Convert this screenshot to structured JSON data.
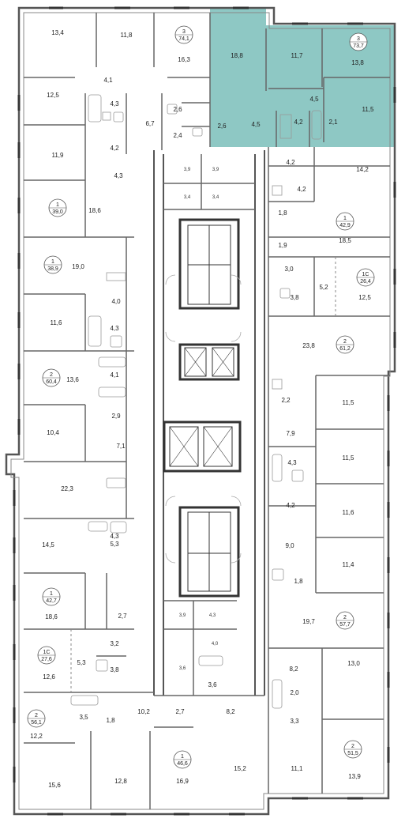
{
  "colors": {
    "highlight": "#8ec8c4",
    "wall": "#555555",
    "thin": "#9a9a9a"
  },
  "rooms": [
    {
      "id": "r01",
      "label": "13,4"
    },
    {
      "id": "r02",
      "label": "11,8"
    },
    {
      "id": "r03",
      "label": "16,3"
    },
    {
      "id": "r04",
      "label": "18,8"
    },
    {
      "id": "r05",
      "label": "11,7"
    },
    {
      "id": "r06",
      "label": "13,8"
    },
    {
      "id": "r07",
      "label": "4,1"
    },
    {
      "id": "r08",
      "label": "12,5"
    },
    {
      "id": "r09",
      "label": "4,3"
    },
    {
      "id": "r10",
      "label": "2,6"
    },
    {
      "id": "r11",
      "label": "6,7"
    },
    {
      "id": "r12",
      "label": "4,5"
    },
    {
      "id": "r13",
      "label": "11,5"
    },
    {
      "id": "r14",
      "label": "2,6"
    },
    {
      "id": "r15",
      "label": "4,5"
    },
    {
      "id": "r16",
      "label": "4,2"
    },
    {
      "id": "r17",
      "label": "2,1"
    },
    {
      "id": "r18",
      "label": "4,2"
    },
    {
      "id": "r19",
      "label": "2,4"
    },
    {
      "id": "r20",
      "label": "11,9"
    },
    {
      "id": "r21",
      "label": "4,3"
    },
    {
      "id": "r22",
      "label": "4,2"
    },
    {
      "id": "r23",
      "label": "14,2"
    },
    {
      "id": "r24",
      "label": "4,2"
    },
    {
      "id": "r25",
      "label": "18,6"
    },
    {
      "id": "r26",
      "label": "1,8"
    },
    {
      "id": "r27",
      "label": "18,5"
    },
    {
      "id": "r28",
      "label": "1,9"
    },
    {
      "id": "r29",
      "label": "19,0"
    },
    {
      "id": "r30",
      "label": "3,0"
    },
    {
      "id": "r31",
      "label": "5,2"
    },
    {
      "id": "r32",
      "label": "12,5"
    },
    {
      "id": "r33",
      "label": "3,8"
    },
    {
      "id": "r34",
      "label": "4,0"
    },
    {
      "id": "r35",
      "label": "11,6"
    },
    {
      "id": "r36",
      "label": "4,3"
    },
    {
      "id": "r37",
      "label": "23,8"
    },
    {
      "id": "r38",
      "label": "4,1"
    },
    {
      "id": "r39",
      "label": "13,6"
    },
    {
      "id": "r40",
      "label": "2,2"
    },
    {
      "id": "r41",
      "label": "11,5"
    },
    {
      "id": "r42",
      "label": "2,9"
    },
    {
      "id": "r43",
      "label": "10,4"
    },
    {
      "id": "r44",
      "label": "7,9"
    },
    {
      "id": "r45",
      "label": "7,1"
    },
    {
      "id": "r46",
      "label": "11,5"
    },
    {
      "id": "r47",
      "label": "22,3"
    },
    {
      "id": "r48",
      "label": "4,3"
    },
    {
      "id": "r49",
      "label": "4,2"
    },
    {
      "id": "r50",
      "label": "11,6"
    },
    {
      "id": "r51",
      "label": "4,3"
    },
    {
      "id": "r52",
      "label": "14,5"
    },
    {
      "id": "r53",
      "label": "5,3"
    },
    {
      "id": "r54",
      "label": "9,0"
    },
    {
      "id": "r55",
      "label": "11,4"
    },
    {
      "id": "r56",
      "label": "1,8"
    },
    {
      "id": "r57",
      "label": "2,7"
    },
    {
      "id": "r58",
      "label": "18,6"
    },
    {
      "id": "r59",
      "label": "19,7"
    },
    {
      "id": "r60",
      "label": "3,2"
    },
    {
      "id": "r61",
      "label": "5,3"
    },
    {
      "id": "r62",
      "label": "3,8"
    },
    {
      "id": "r63",
      "label": "12,6"
    },
    {
      "id": "r64",
      "label": "8,2"
    },
    {
      "id": "r65",
      "label": "13,0"
    },
    {
      "id": "r66",
      "label": "3,6"
    },
    {
      "id": "r67",
      "label": "2,0"
    },
    {
      "id": "r68",
      "label": "3,5"
    },
    {
      "id": "r69",
      "label": "1,8"
    },
    {
      "id": "r70",
      "label": "10,2"
    },
    {
      "id": "r71",
      "label": "2,7"
    },
    {
      "id": "r72",
      "label": "8,2"
    },
    {
      "id": "r73",
      "label": "3,3"
    },
    {
      "id": "r74",
      "label": "12,2"
    },
    {
      "id": "r75",
      "label": "12,8"
    },
    {
      "id": "r76",
      "label": "16,9"
    },
    {
      "id": "r77",
      "label": "15,2"
    },
    {
      "id": "r78",
      "label": "11,1"
    },
    {
      "id": "r79",
      "label": "13,9"
    },
    {
      "id": "r80",
      "label": "15,6"
    }
  ],
  "small_rooms": [
    {
      "id": "s01",
      "label": "3,9"
    },
    {
      "id": "s02",
      "label": "3,9"
    },
    {
      "id": "s03",
      "label": "3,4"
    },
    {
      "id": "s04",
      "label": "3,4"
    },
    {
      "id": "s05",
      "label": "3,9"
    },
    {
      "id": "s06",
      "label": "4,3"
    },
    {
      "id": "s07",
      "label": "4,0"
    },
    {
      "id": "s08",
      "label": "3,6"
    }
  ],
  "apartments": [
    {
      "id": "a01",
      "rooms": "3",
      "area": "74,1"
    },
    {
      "id": "a02",
      "rooms": "3",
      "area": "73,7"
    },
    {
      "id": "a03",
      "rooms": "1",
      "area": "39,0"
    },
    {
      "id": "a04",
      "rooms": "1",
      "area": "42,9"
    },
    {
      "id": "a05",
      "rooms": "1",
      "area": "38,9"
    },
    {
      "id": "a06",
      "rooms": "1С",
      "area": "26,4"
    },
    {
      "id": "a07",
      "rooms": "2",
      "area": "61,2"
    },
    {
      "id": "a08",
      "rooms": "2",
      "area": "60,4"
    },
    {
      "id": "a09",
      "rooms": "1",
      "area": "42,7"
    },
    {
      "id": "a10",
      "rooms": "2",
      "area": "57,7"
    },
    {
      "id": "a11",
      "rooms": "1С",
      "area": "27,6"
    },
    {
      "id": "a12",
      "rooms": "2",
      "area": "56,1"
    },
    {
      "id": "a13",
      "rooms": "2",
      "area": "51,5"
    },
    {
      "id": "a14",
      "rooms": "1",
      "area": "46,6"
    }
  ]
}
